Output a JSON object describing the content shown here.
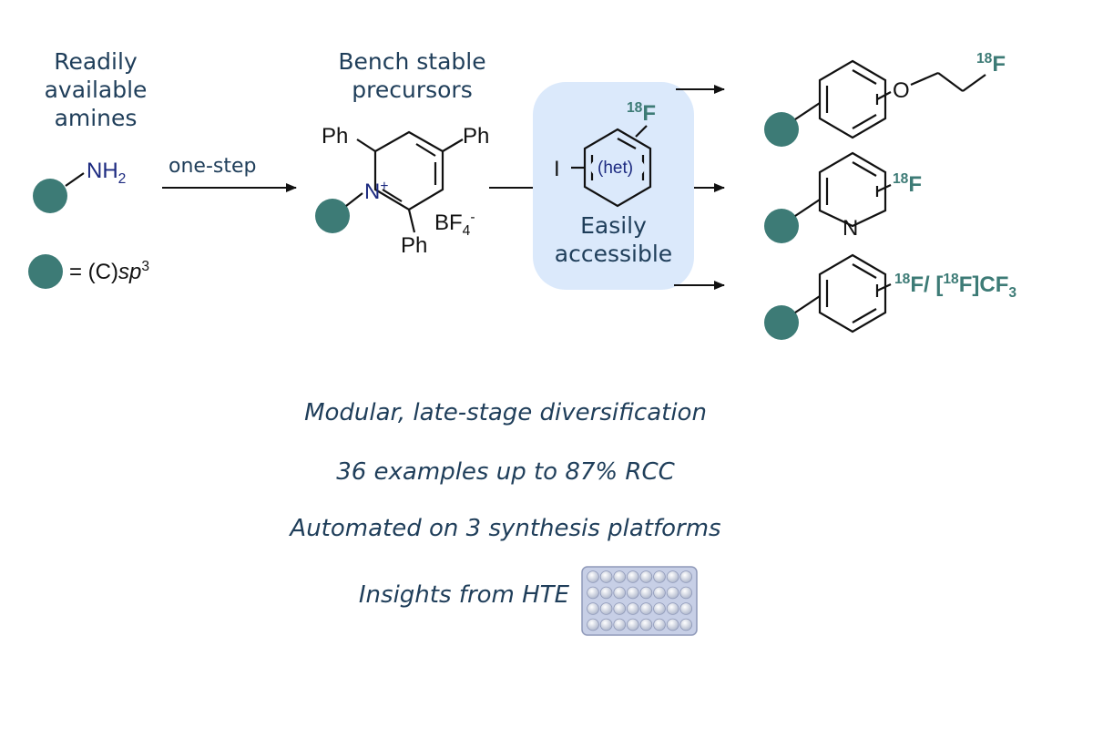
{
  "header_amines": [
    "Readily",
    "available",
    "amines"
  ],
  "header_precursors": [
    "Bench stable",
    "precursors"
  ],
  "amine_group": {
    "text": "NH",
    "sub": "2"
  },
  "arrow_label": "one-step",
  "legend": {
    "prefix": "= (C)",
    "italic": "sp",
    "sup": "3"
  },
  "pyridinium": {
    "ph_top_left": "Ph",
    "ph_top_right": "Ph",
    "ph_bottom": "Ph",
    "nitrogen": "N",
    "charge": "+",
    "counterion": "BF",
    "counterion_sub": "4",
    "counterion_sup": "-"
  },
  "reagent": {
    "iodo": "I",
    "het": "(het)",
    "fluorine_mass": "18",
    "fluorine": "F",
    "caption": [
      "Easily",
      "accessible"
    ]
  },
  "products": [
    {
      "oxygen": "O",
      "mass": "18",
      "atom": "F"
    },
    {
      "nitrogen": "N",
      "mass": "18",
      "atom": "F"
    },
    {
      "mass": "18",
      "atom": "F/ [",
      "mass2": "18",
      "atom2": "F]CF",
      "sub": "3"
    }
  ],
  "highlights": [
    "Modular, late-stage diversification",
    "36 examples up to 87% RCC",
    "Automated on 3 synthesis platforms",
    "Insights from HTE"
  ],
  "colors": {
    "teal": "#3d7b76",
    "navy": "#1c2a80",
    "text": "#1f3e5a",
    "box": "#dbe9fb",
    "plate": "#c7cfe6"
  }
}
